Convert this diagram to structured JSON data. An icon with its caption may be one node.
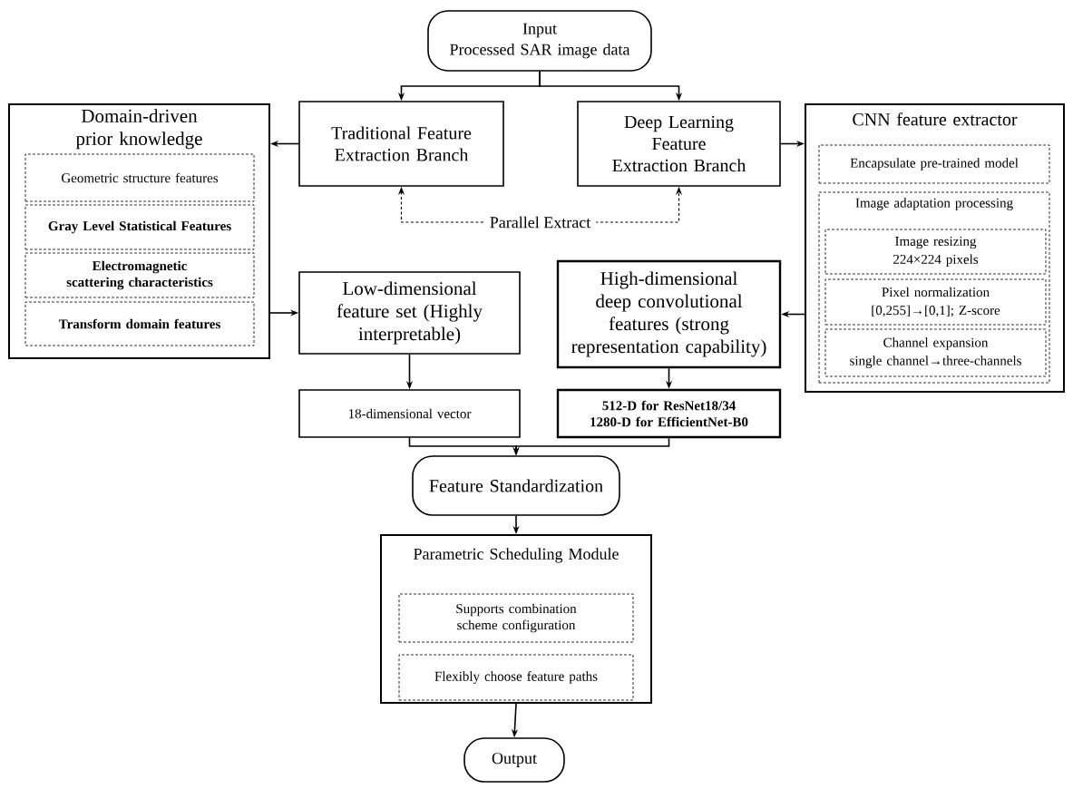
{
  "diagram": {
    "nodes": [
      {
        "text": [
          "Input",
          "Processed SAR image data"
        ]
      },
      {
        "text": [
          "Traditional Feature Extraction Branch"
        ]
      },
      {
        "text": [
          "Deep Learning Feature Extraction Branch"
        ]
      },
      {
        "text": [
          "Domain-driven prior knowledge"
        ]
      },
      {
        "text": [
          "Geometric structure features"
        ],
        "in": 3
      },
      {
        "text": [
          "Gray Level Statistical Features"
        ],
        "in": 3
      },
      {
        "text": [
          "Electromagnetic scattering characteristics"
        ],
        "in": 3
      },
      {
        "text": [
          "Transform domain features"
        ],
        "in": 3
      },
      {
        "text": [
          "CNN feature extractor"
        ]
      },
      {
        "text": [
          "Encapsulate pre-trained model"
        ],
        "in": 8
      },
      {
        "text": [
          "Image adaptation processing"
        ],
        "in": 8
      },
      {
        "text": [
          "Image resizing",
          "224×224 pixels"
        ],
        "in": 10
      },
      {
        "text": [
          "Pixel normalization",
          "[0,255]→[0,1];  Z-score"
        ],
        "in": 10
      },
      {
        "text": [
          "Channel expansion",
          "single channel→three-channels"
        ],
        "in": 10
      },
      {
        "text": [
          "Low-dimensional feature set (Highly interpretable)"
        ]
      },
      {
        "text": [
          "High-dimensional deep convolutional features (strong representation capability)"
        ]
      },
      {
        "text": [
          "18-dimensional vector"
        ]
      },
      {
        "text": [
          "512-D for ResNet18/34 1280-D for EfficientNet-B0"
        ]
      },
      {
        "text": [
          "Feature Standardization"
        ]
      },
      {
        "text": [
          "Parametric Scheduling Module"
        ]
      },
      {
        "text": [
          "Supports combination scheme configuration"
        ],
        "in": 19
      },
      {
        "text": [
          "Flexibly choose feature paths"
        ],
        "in": 19
      },
      {
        "text": [
          "Output"
        ]
      }
    ],
    "edges": [
      {
        "from": 0,
        "to": 1,
        "arrow": "to"
      },
      {
        "from": 0,
        "to": 2,
        "arrow": "to"
      },
      {
        "from": 1,
        "to": 3,
        "arrow": "to"
      },
      {
        "from": 2,
        "to": 8,
        "arrow": "to"
      },
      {
        "from": 1,
        "to": 2,
        "arrow": "both",
        "style": "dashed",
        "label": "Parallel Extract"
      },
      {
        "from": 3,
        "to": 14,
        "arrow": "to"
      },
      {
        "from": 8,
        "to": 15,
        "arrow": "to"
      },
      {
        "from": 14,
        "to": 16,
        "arrow": "to"
      },
      {
        "from": 15,
        "to": 17,
        "arrow": "to"
      },
      {
        "from": 16,
        "to": 18,
        "arrow": "to"
      },
      {
        "from": 17,
        "to": 18,
        "arrow": "to"
      },
      {
        "from": 18,
        "to": 19,
        "arrow": "to"
      },
      {
        "from": 19,
        "to": 22,
        "arrow": "to"
      }
    ]
  }
}
